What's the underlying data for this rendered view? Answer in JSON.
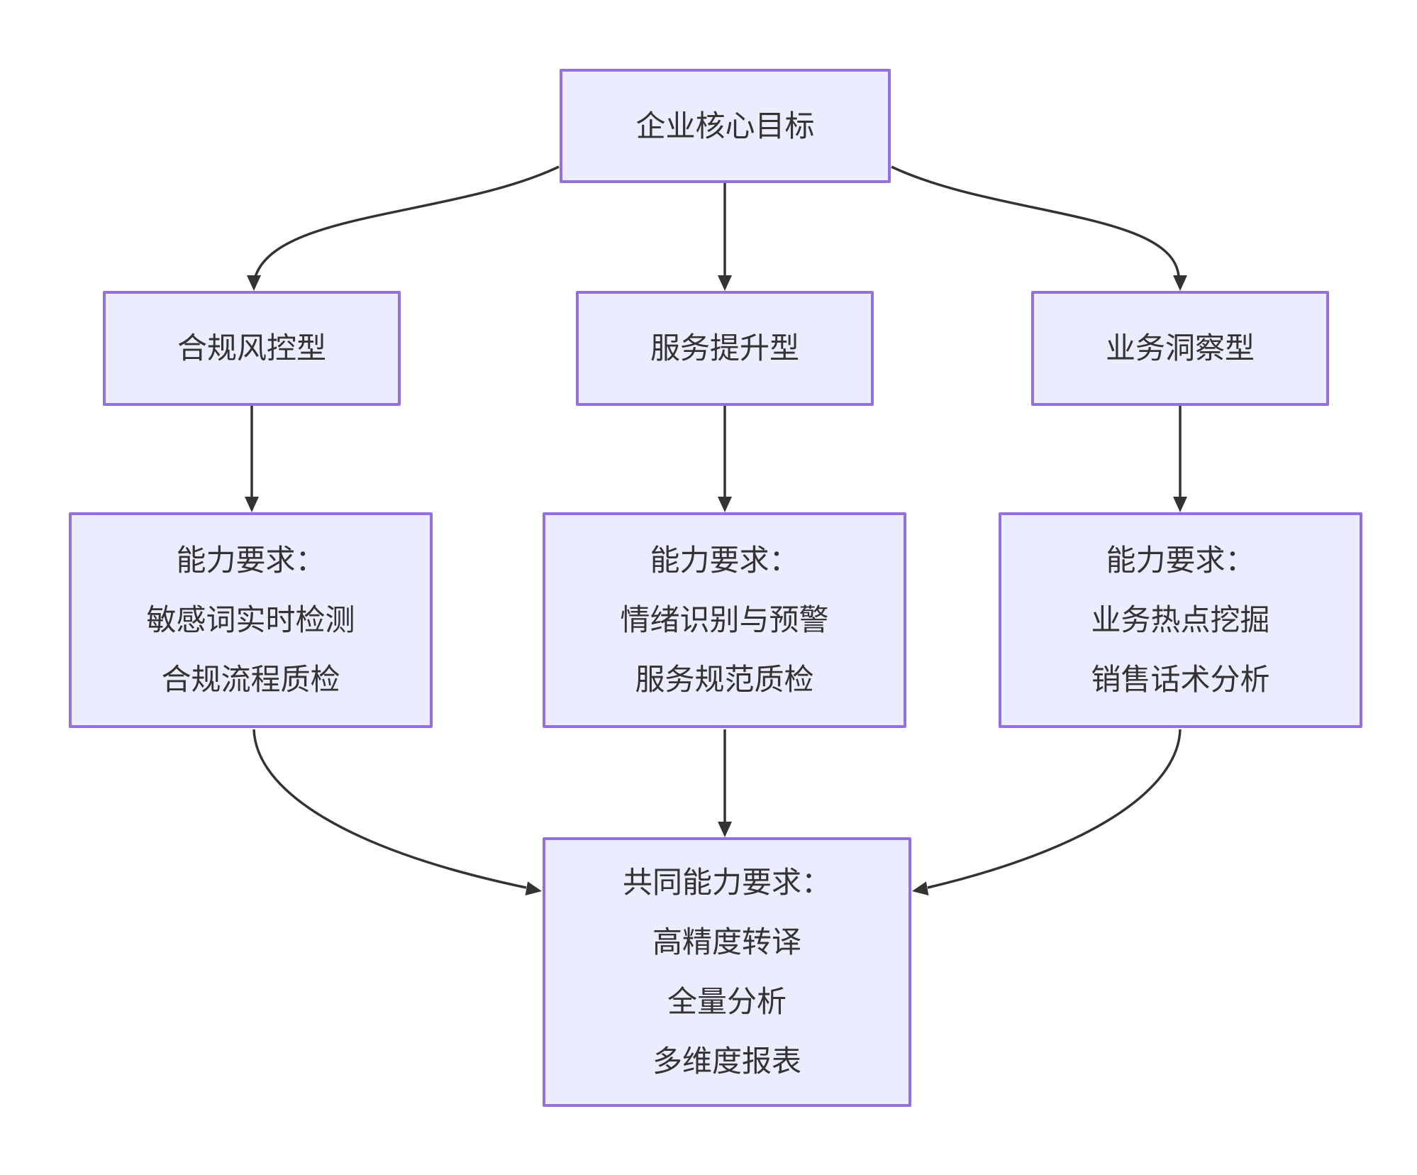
{
  "diagram": {
    "type": "flowchart",
    "background": "#FFFFFF",
    "colors": {
      "node_fill": "#ECECFF",
      "node_border": "#9370DB",
      "text": "#333333",
      "arrow": "#333333"
    },
    "nodes": {
      "root": {
        "label": "企业核心目标"
      },
      "compliance": {
        "label": "合规风控型"
      },
      "service": {
        "label": "服务提升型"
      },
      "insight": {
        "label": "业务洞察型"
      },
      "compliance_req": {
        "lines": [
          "能力要求：",
          "敏感词实时检测",
          "合规流程质检"
        ]
      },
      "service_req": {
        "lines": [
          "能力要求：",
          "情绪识别与预警",
          "服务规范质检"
        ]
      },
      "insight_req": {
        "lines": [
          "能力要求：",
          "业务热点挖掘",
          "销售话术分析"
        ]
      },
      "common_req": {
        "lines": [
          "共同能力要求：",
          "高精度转译",
          "全量分析",
          "多维度报表"
        ]
      }
    },
    "edges": [
      {
        "from": "root",
        "to": "compliance"
      },
      {
        "from": "root",
        "to": "service"
      },
      {
        "from": "root",
        "to": "insight"
      },
      {
        "from": "compliance",
        "to": "compliance_req"
      },
      {
        "from": "service",
        "to": "service_req"
      },
      {
        "from": "insight",
        "to": "insight_req"
      },
      {
        "from": "compliance_req",
        "to": "common_req"
      },
      {
        "from": "service_req",
        "to": "common_req"
      },
      {
        "from": "insight_req",
        "to": "common_req"
      }
    ]
  }
}
